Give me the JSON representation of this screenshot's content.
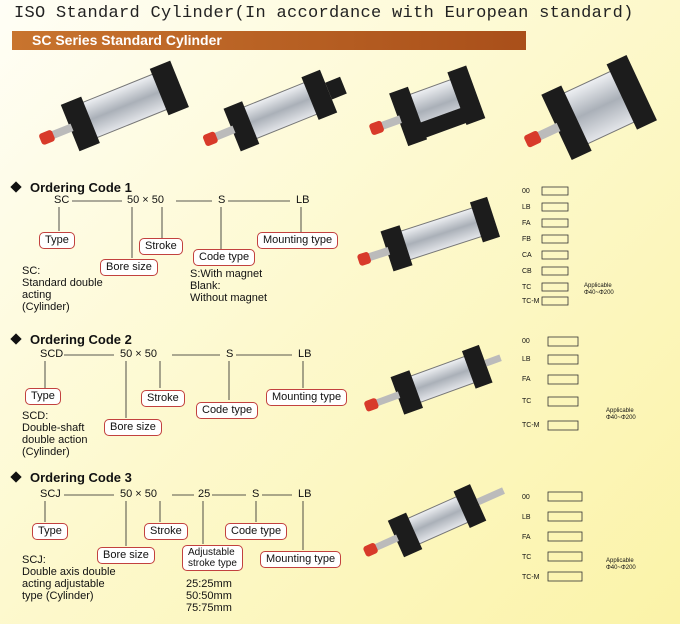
{
  "page_title": "ISO Standard Cylinder(In accordance with European standard)",
  "banner": "SC Series Standard Cylinder",
  "colors": {
    "banner": "#b85e22",
    "label_border": "#c2413f",
    "cylinder_body": "#c9ccd1",
    "cap": "#1c1c1c",
    "rod_tip": "#d83a2a"
  },
  "code1": {
    "heading": "Ordering Code 1",
    "parts": [
      "SC",
      "50 × 50",
      "S",
      "LB"
    ],
    "labels": {
      "type": "Type",
      "bore": "Bore size",
      "stroke": "Stroke",
      "code_type": "Code type",
      "mounting": "Mounting type"
    },
    "desc": [
      "SC:",
      "Standard double",
      "acting",
      "(Cylinder)"
    ],
    "magnet": [
      "S:With magnet",
      "Blank:",
      "Without magnet"
    ],
    "mount_codes": [
      "00",
      "LB",
      "FA",
      "FB",
      "CA",
      "CB",
      "TC",
      "TC-M"
    ],
    "applicable": [
      "Applicable",
      "Φ40~Φ200"
    ]
  },
  "code2": {
    "heading": "Ordering Code 2",
    "parts": [
      "SCD",
      "50 × 50",
      "S",
      "LB"
    ],
    "labels": {
      "type": "Type",
      "bore": "Bore size",
      "stroke": "Stroke",
      "code_type": "Code type",
      "mounting": "Mounting type"
    },
    "desc": [
      "SCD:",
      "Double-shaft",
      "double action",
      "(Cylinder)"
    ],
    "mount_codes": [
      "00",
      "LB",
      "FA",
      "TC",
      "TC-M"
    ],
    "applicable": [
      "Applicable",
      "Φ40~Φ200"
    ]
  },
  "code3": {
    "heading": "Ordering Code 3",
    "parts": [
      "SCJ",
      "50 × 50",
      "25",
      "S",
      "LB"
    ],
    "labels": {
      "type": "Type",
      "bore": "Bore size",
      "stroke": "Stroke",
      "adjustable": [
        "Adjustable",
        "stroke type"
      ],
      "code_type": "Code type",
      "mounting": "Mounting type"
    },
    "desc": [
      "SCJ:",
      "Double axis double",
      "acting adjustable",
      "type (Cylinder)"
    ],
    "strokes": [
      "25:25mm",
      "50:50mm",
      "75:75mm"
    ],
    "mount_codes": [
      "00",
      "LB",
      "FA",
      "TC",
      "TC-M"
    ],
    "applicable": [
      "Applicable",
      "Φ40~Φ200"
    ]
  }
}
